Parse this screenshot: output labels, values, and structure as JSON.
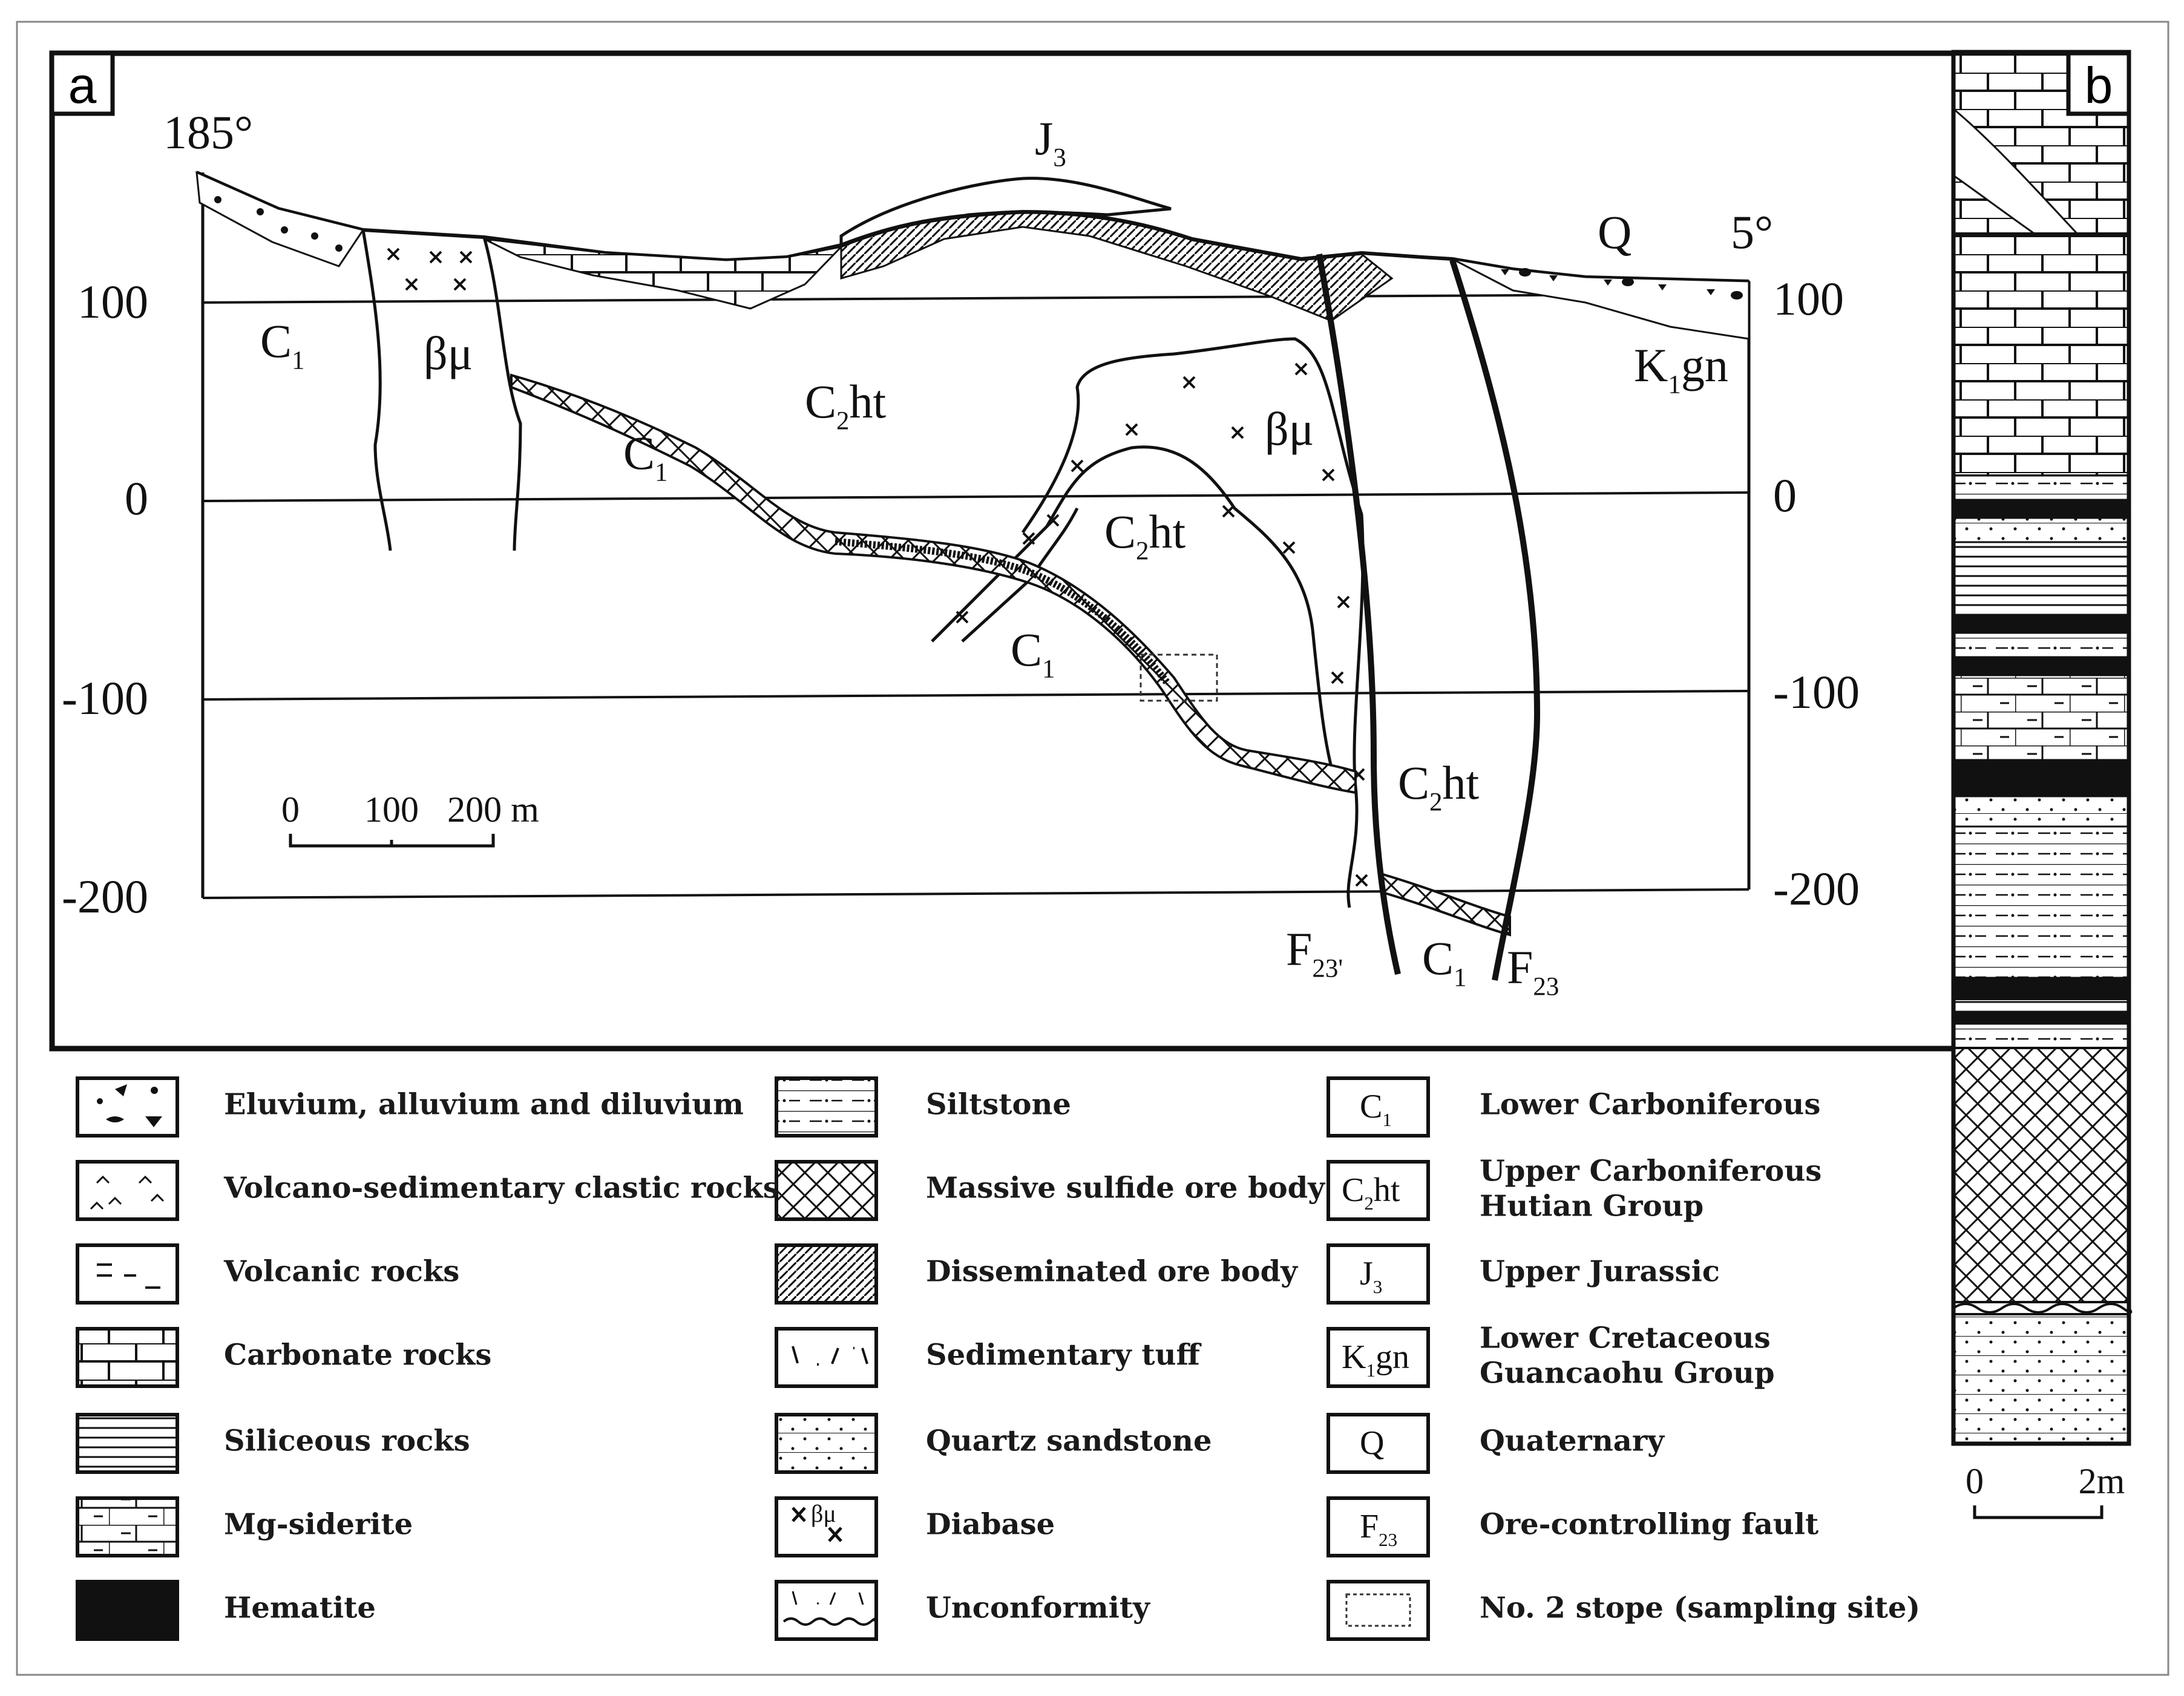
{
  "panel_a": {
    "label": "a",
    "left_azimuth": "185°",
    "right_azimuth": "5°",
    "elevation_left": [
      "100",
      "0",
      "-100",
      "-200"
    ],
    "elevation_right": [
      "100",
      "0",
      "-100",
      "-200"
    ],
    "scale": {
      "t0": "0",
      "t1": "100",
      "t2": "200 m"
    },
    "units": [
      {
        "key": "c1_a",
        "main": "C",
        "sub": "1",
        "tail": ""
      },
      {
        "key": "bm_a",
        "main": "βμ",
        "sub": "",
        "tail": ""
      },
      {
        "key": "c2ht_a",
        "main": "C",
        "sub": "2",
        "tail": "ht"
      },
      {
        "key": "c1_b",
        "main": "C",
        "sub": "1",
        "tail": ""
      },
      {
        "key": "j3",
        "main": "J",
        "sub": "3",
        "tail": ""
      },
      {
        "key": "q",
        "main": "Q",
        "sub": "",
        "tail": ""
      },
      {
        "key": "k1gn",
        "main": "K",
        "sub": "1",
        "tail": "gn"
      },
      {
        "key": "bm_b",
        "main": "βμ",
        "sub": "",
        "tail": ""
      },
      {
        "key": "c2ht_b",
        "main": "C",
        "sub": "2",
        "tail": "ht"
      },
      {
        "key": "c1_c",
        "main": "C",
        "sub": "1",
        "tail": ""
      },
      {
        "key": "c2ht_c",
        "main": "C",
        "sub": "2",
        "tail": "ht"
      },
      {
        "key": "c1_d",
        "main": "C",
        "sub": "1",
        "tail": ""
      }
    ],
    "faults": [
      {
        "main": "F",
        "sub": "23'"
      },
      {
        "main": "F",
        "sub": "23"
      }
    ]
  },
  "panel_b": {
    "label": "b",
    "scale": {
      "t0": "0",
      "t1": "2m"
    }
  },
  "legend": {
    "col1": [
      "Eluvium, alluvium and diluvium",
      "Volcano-sedimentary clastic rocks",
      "Volcanic rocks",
      "Carbonate rocks",
      "Siliceous rocks",
      "Mg-siderite",
      "Hematite"
    ],
    "col2": [
      "Siltstone",
      "Massive sulfide ore body",
      "Disseminated ore body",
      "Sedimentary tuff",
      "Quartz sandstone",
      "Diabase",
      "Unconformity"
    ],
    "col3": [
      [
        "Lower Carboniferous"
      ],
      [
        "Upper Carboniferous",
        "Hutian Group"
      ],
      [
        "Upper Jurassic"
      ],
      [
        "Lower Cretaceous",
        "Guancaohu Group"
      ],
      [
        "Quaternary"
      ],
      [
        "Ore-controlling fault"
      ],
      [
        "No. 2 stope (sampling site)"
      ]
    ],
    "col3_symbols": [
      {
        "main": "C",
        "sub": "1",
        "tail": ""
      },
      {
        "main": "C",
        "sub": "2",
        "tail": "ht"
      },
      {
        "main": "J",
        "sub": "3",
        "tail": ""
      },
      {
        "main": "K",
        "sub": "1",
        "tail": "gn"
      },
      {
        "main": "Q",
        "sub": "",
        "tail": ""
      },
      {
        "main": "F",
        "sub": "23",
        "tail": ""
      }
    ],
    "diabase_symbol": "βμ"
  }
}
